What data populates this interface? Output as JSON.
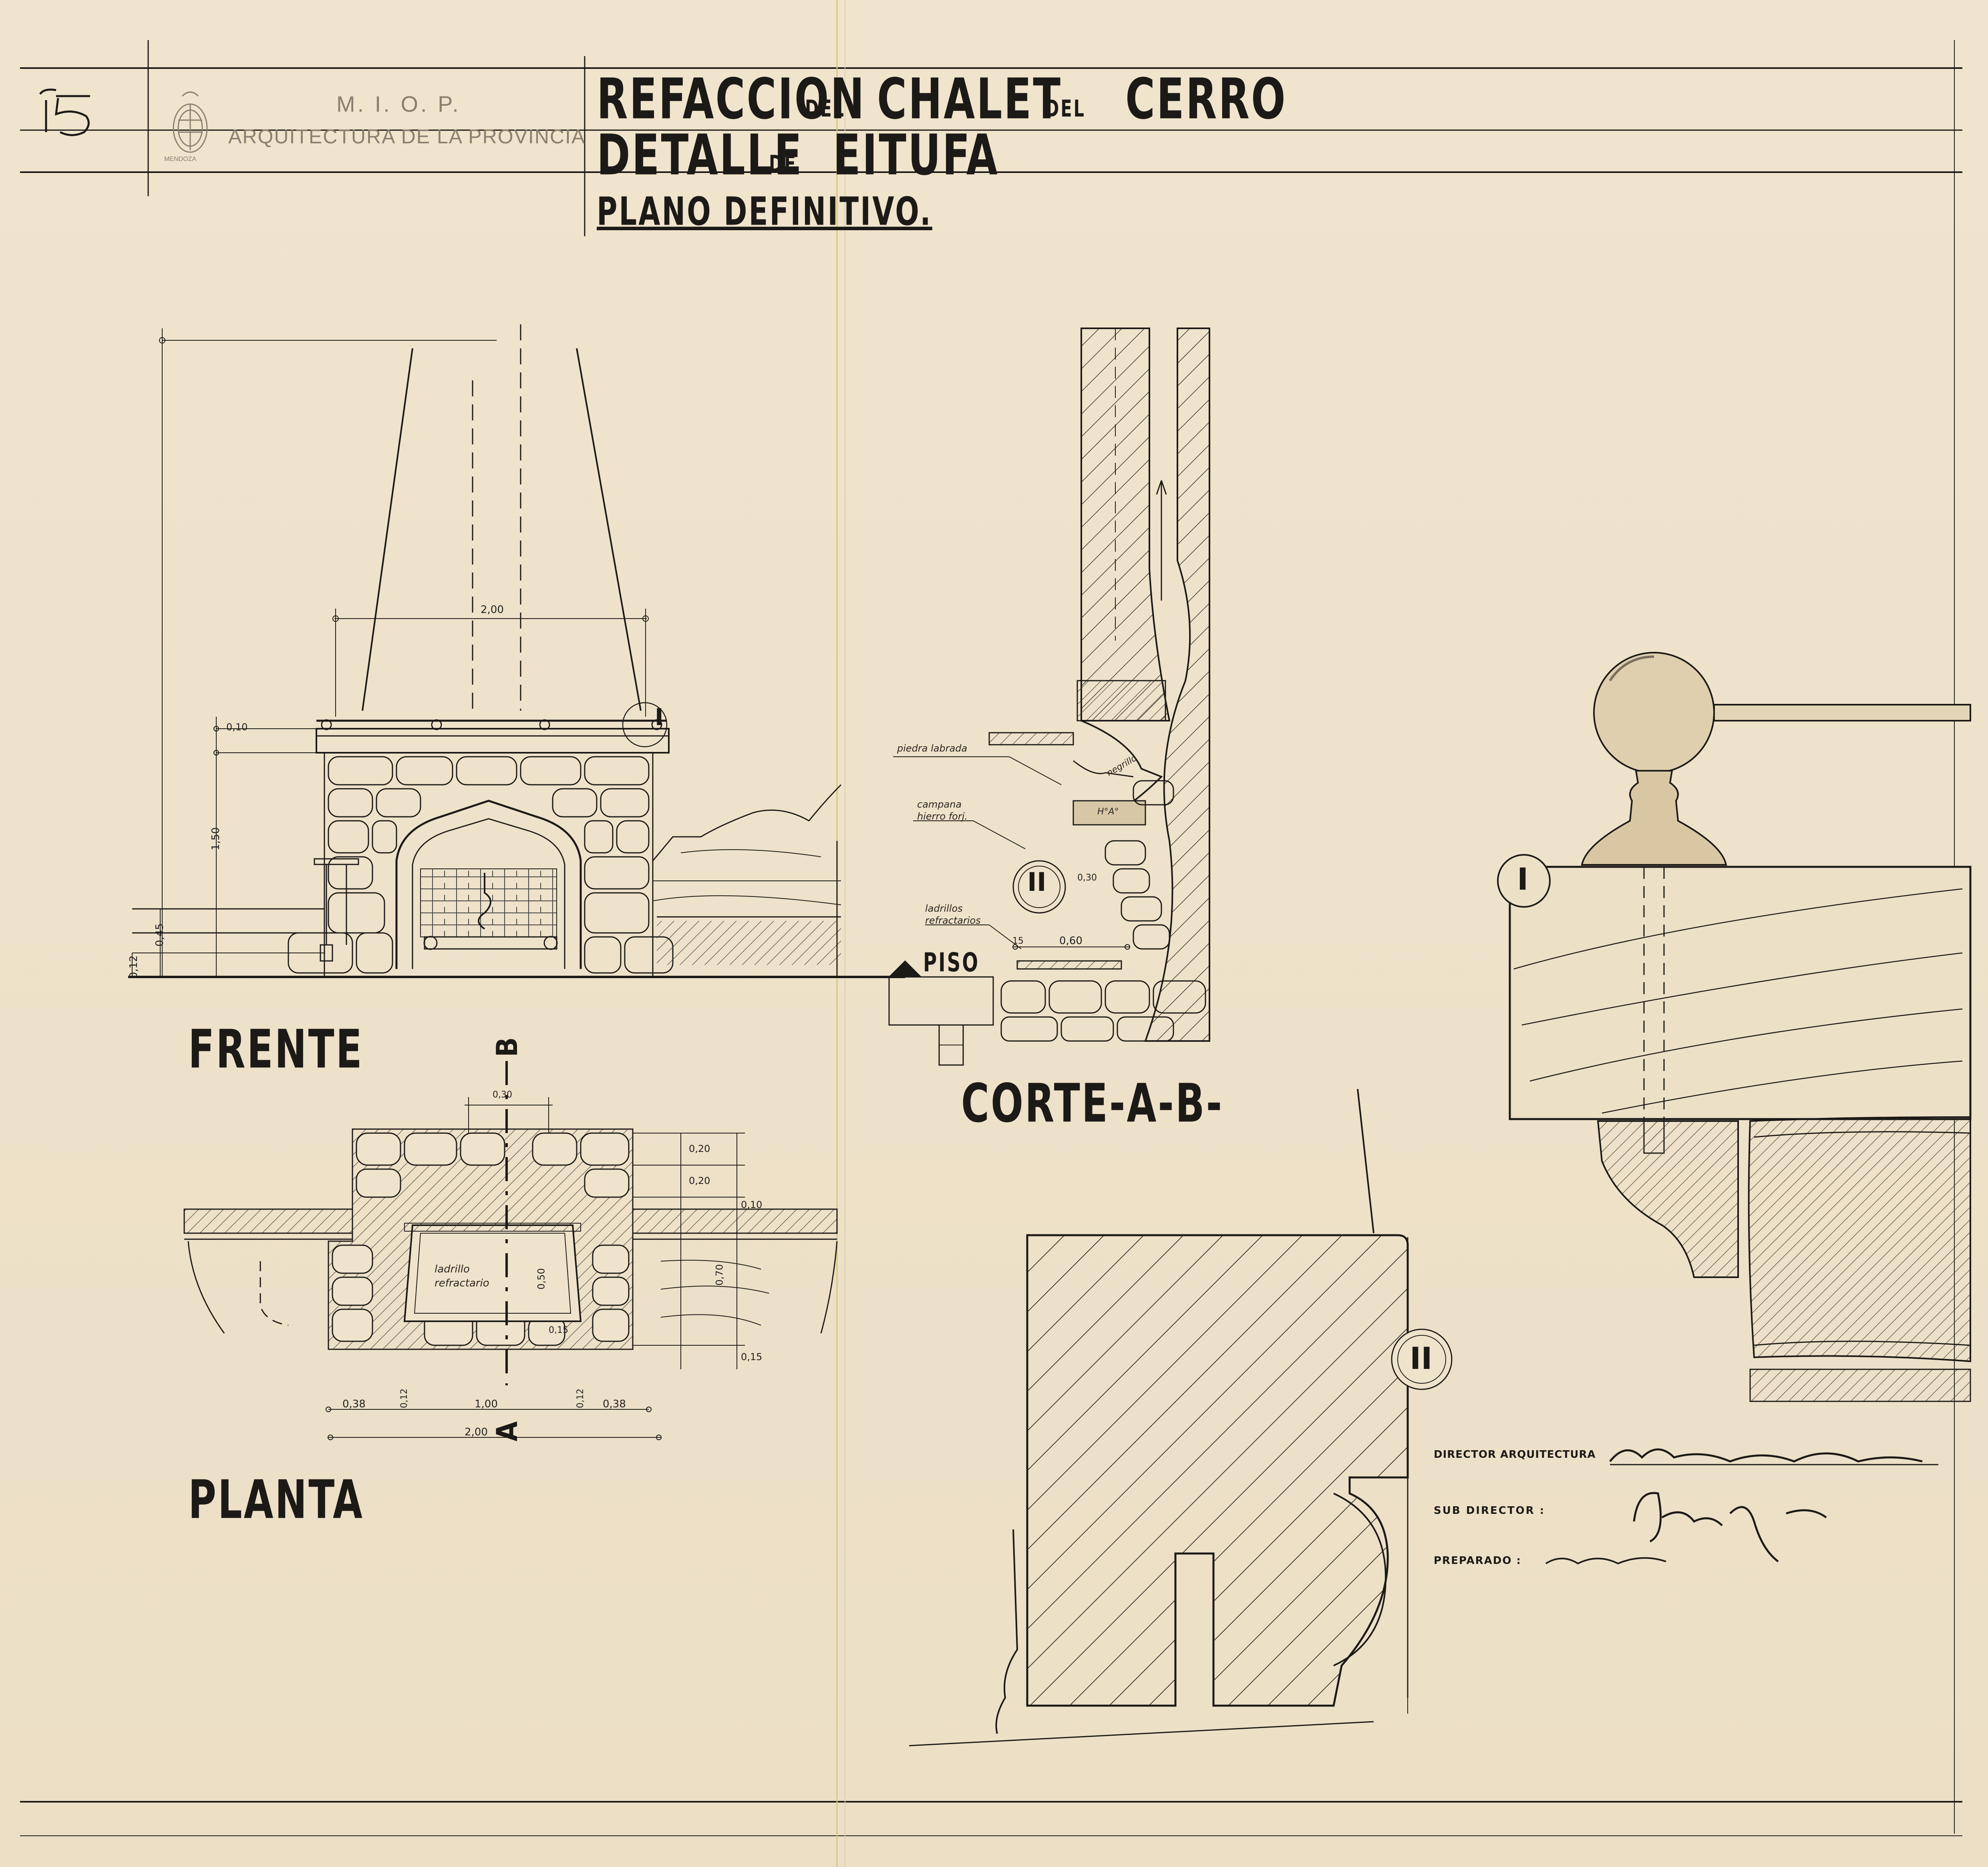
{
  "sheet": {
    "number": "15",
    "stamp": {
      "agency": "M. I. O. P.",
      "department": "ARQUITECTURA DE LA PROVINCIA",
      "seal_caption": "MENDOZA"
    },
    "title_line1_main": "REFACCION",
    "title_line1_del1": "DEL",
    "title_line1_chalet": "CHALET",
    "title_line1_del2": "DEL",
    "title_line1_cerro": "CERRO",
    "title_line2_detalle": "DETALLE",
    "title_line2_de": "DE",
    "title_line2_estufa": "EITUFA",
    "subtitle": "PLANO DEFINITIVO."
  },
  "views": {
    "frente": "FRENTE",
    "planta": "PLANTA",
    "corte": "CORTE-A-B-",
    "detail_I": "I",
    "detail_II": "II",
    "piso": "PISO"
  },
  "dimensions": {
    "frente_width": "2,00",
    "frente_010": "0,10",
    "frente_150": "1,50",
    "frente_045": "0,45",
    "frente_012": "0,12",
    "corte_015": "15",
    "corte_060": "0,60",
    "corte_030": "0,30",
    "planta_030": "0,30",
    "planta_020a": "0,20",
    "planta_020b": "0,20",
    "planta_010": "0,10",
    "planta_070": "0,70",
    "planta_050": "0,50",
    "planta_015a": "0,15",
    "planta_015b": "0,15",
    "planta_038a": "0,38",
    "planta_012a": "0,12",
    "planta_100": "1,00",
    "planta_012b": "0,12",
    "planta_038b": "0,38",
    "planta_200": "2,00",
    "section_A": "A",
    "section_B": "B"
  },
  "annotations": {
    "piedra_labrada": "piedra labrada",
    "campana": "campana",
    "hierro_forj": "hierro forj.",
    "ladrillos": "ladrillos",
    "refractarios": "refractarios",
    "ladrillo_refractario_1": "ladrillo",
    "ladrillo_refractario_2": "refractario",
    "negrillo": "negrillo",
    "hdo": "H°A°"
  },
  "signatures": {
    "director_label": "DIRECTOR ARQUITECTURA",
    "subdirector_label": "SUB DIRECTOR :",
    "preparado_label": "PREPARADO :"
  },
  "colors": {
    "paper": "#efe3cc",
    "ink": "#1c1a17",
    "stamp": "#8a7f70",
    "hatch": "#3a342c"
  }
}
